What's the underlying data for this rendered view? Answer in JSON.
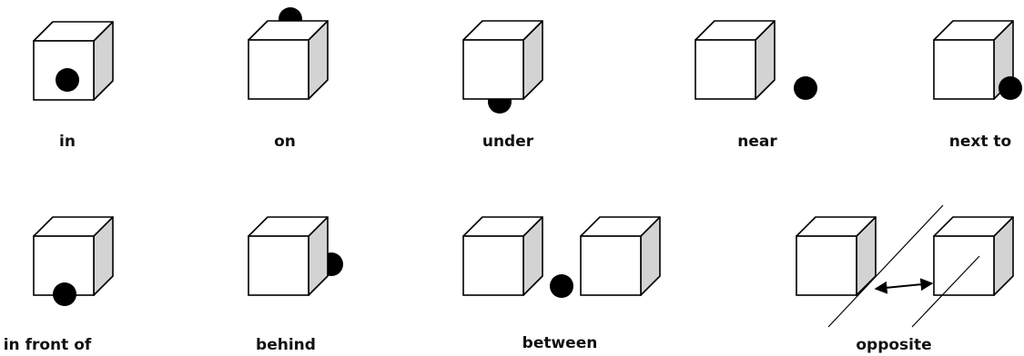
{
  "colors": {
    "cube_front": "#ffffff",
    "cube_top": "#ffffff",
    "cube_side": "#d3d3d3",
    "outline": "#000000",
    "ball": "#000000",
    "background": "#ffffff"
  },
  "panels": [
    {
      "id": "in",
      "label": "in"
    },
    {
      "id": "on",
      "label": "on"
    },
    {
      "id": "under",
      "label": "under"
    },
    {
      "id": "near",
      "label": "near"
    },
    {
      "id": "next-to",
      "label": "next to"
    },
    {
      "id": "in-front-of",
      "label": "in front of"
    },
    {
      "id": "behind",
      "label": "behind"
    },
    {
      "id": "between",
      "label": "between"
    },
    {
      "id": "opposite",
      "label": "opposite"
    }
  ]
}
